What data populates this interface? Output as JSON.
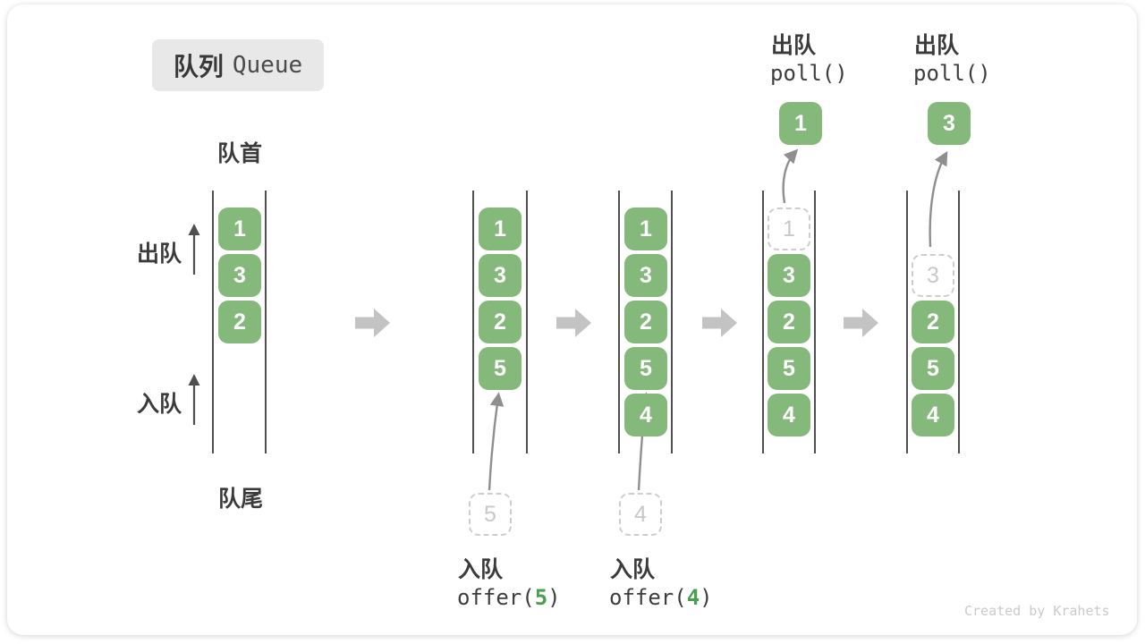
{
  "title": {
    "zh": "队列",
    "en": "Queue"
  },
  "legend": {
    "front": "队首",
    "rear": "队尾",
    "dequeue": "出队",
    "enqueue": "入队"
  },
  "watermark": "Created by Krahets",
  "colors": {
    "box_green": "#85b97b",
    "accent_green": "#4d9e50",
    "step_arrow_gray": "#c3c3c3",
    "pointer_arrow_gray": "#8f8f8f"
  },
  "steps": {
    "s1": {
      "boxes": [
        "1",
        "3",
        "2"
      ]
    },
    "s2": {
      "boxes": [
        "1",
        "3",
        "2",
        "5"
      ],
      "pending": "5",
      "op": "入队",
      "code_pre": "offer(",
      "code_arg": "5",
      "code_suf": ")"
    },
    "s3": {
      "boxes": [
        "1",
        "3",
        "2",
        "5",
        "4"
      ],
      "pending": "4",
      "op": "入队",
      "code_pre": "offer(",
      "code_arg": "4",
      "code_suf": ")"
    },
    "s4": {
      "removed": "1",
      "boxes": [
        "3",
        "2",
        "5",
        "4"
      ],
      "popped": "1",
      "op": "出队",
      "code": "poll()"
    },
    "s5": {
      "removed": "3",
      "boxes": [
        "2",
        "5",
        "4"
      ],
      "popped": "3",
      "op": "出队",
      "code": "poll()"
    }
  }
}
